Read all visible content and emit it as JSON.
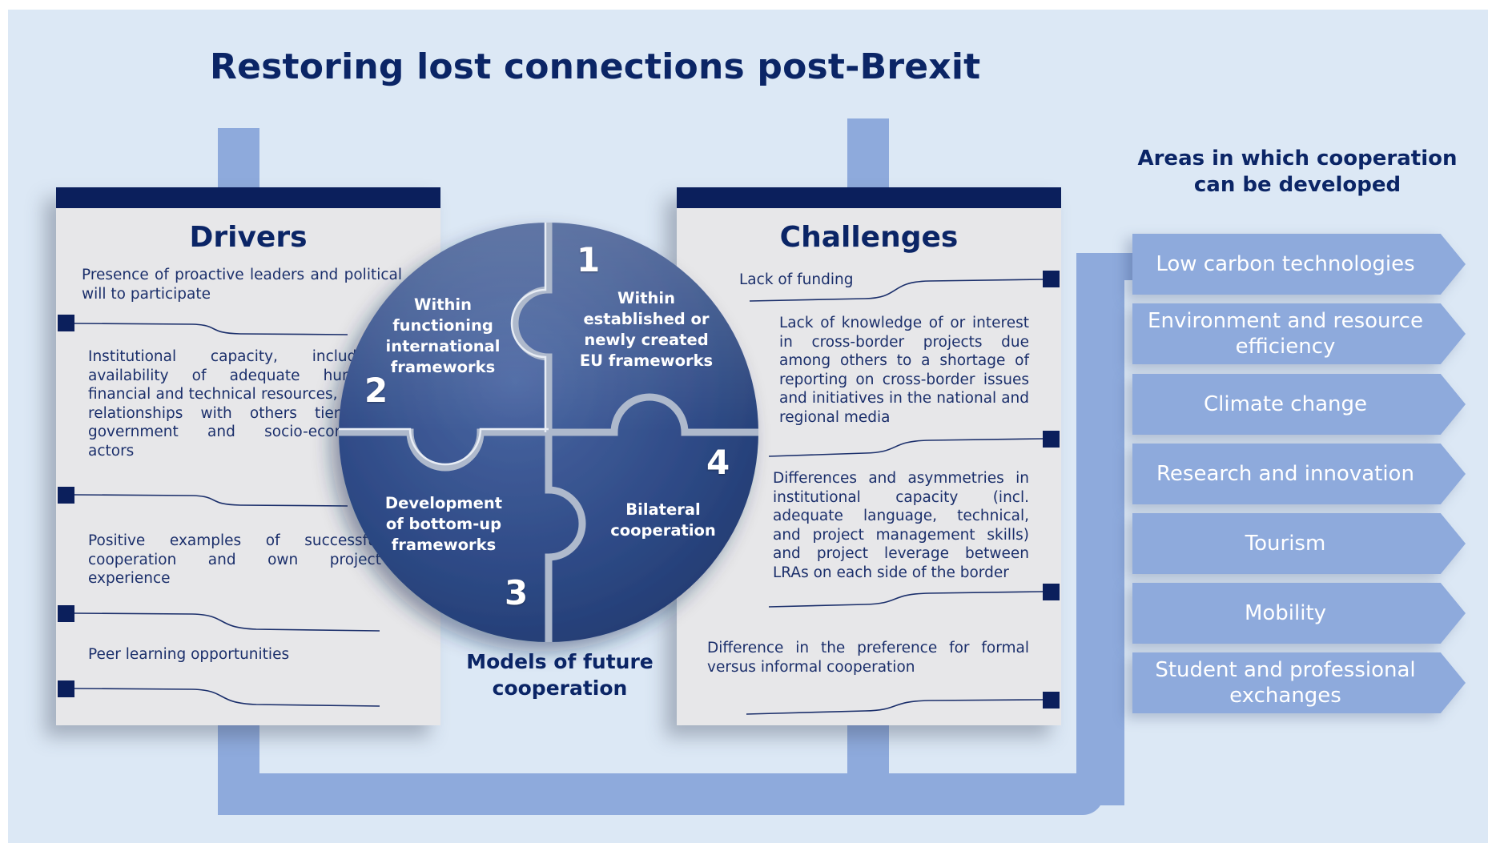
{
  "title": "Restoring lost connections post-Brexit",
  "drivers": {
    "heading": "Drivers",
    "items": [
      "Presence of proactive leaders and political will to participate",
      "Institutional capacity, including availability of adequate human, financial and technical resources, good relationships with others tiers of government and socio-economic actors",
      "Positive examples of successful cooperation and own project experience",
      "Peer learning opportunities"
    ]
  },
  "models": {
    "label": "Models of future cooperation",
    "pieces": [
      {
        "number": "2",
        "label": "Within functioning international frameworks"
      },
      {
        "number": "1",
        "label": "Within established or newly created EU frameworks"
      },
      {
        "number": "3",
        "label": "Development of bottom-up frameworks"
      },
      {
        "number": "4",
        "label": "Bilateral cooperation"
      }
    ]
  },
  "challenges": {
    "heading": "Challenges",
    "items": [
      "Lack of funding",
      "Lack of knowledge of or interest in cross-border projects due among others to a shortage of reporting on cross-border issues and initiatives in the national and regional media",
      "Differences and asymmetries in institutional capacity (incl. adequate language, technical, and project management skills) and project leverage between LRAs on each side of the border",
      "Difference in the preference for formal versus informal cooperation"
    ]
  },
  "areas": {
    "title": "Areas in which cooperation can be developed",
    "items": [
      "Low carbon technologies",
      "Environment and resource efficiency",
      "Climate change",
      "Research and innovation",
      "Tourism",
      "Mobility",
      "Student and professional exchanges"
    ]
  },
  "colors": {
    "background": "#dce8f5",
    "connector": "#8eaadc",
    "navy": "#0b2566",
    "panel": "#e7e7e9",
    "puzzle": "#2c4a86"
  }
}
